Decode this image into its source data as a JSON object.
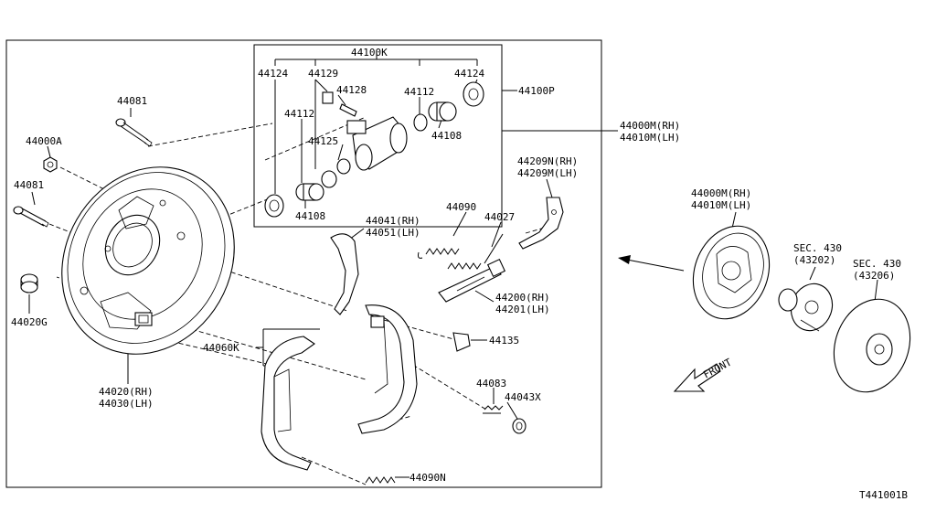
{
  "labels": {
    "wheel_cyl_kit": "44100K",
    "wheel_cyl_assy": "44100P",
    "boot_l": "44124",
    "boot_r": "44124",
    "piston_cup_top": "44129",
    "bleeder": "44128",
    "piston_l": "44112",
    "piston_r": "44112",
    "spring_cyl": "44125",
    "cup_r": "44108",
    "cup_l": "44108",
    "brake_assy_rh": "44000M(RH)",
    "brake_assy_lh": "44010M(LH)",
    "brake_assy2_rh": "44000M(RH)",
    "brake_assy2_lh": "44010M(LH)",
    "bolt_top": "44081",
    "nut": "44000A",
    "bolt_left": "44081",
    "plug": "44020G",
    "plate_rh": "44020(RH)",
    "plate_lh": "44030(LH)",
    "lever_rh": "44209N(RH)",
    "lever_lh": "44209M(LH)",
    "spring_upper": "44090",
    "adjuster_spring": "44027",
    "shoe_lever_rh": "44041(RH)",
    "shoe_lever_lh": "44051(LH)",
    "adjuster_rh": "44200(RH)",
    "adjuster_lh": "44201(LH)",
    "clip": "44135",
    "shoe_kit": "44060K",
    "pin": "44083",
    "retainer": "44043X",
    "spring_lower": "44090N",
    "sec_hub": "SEC. 430",
    "sec_hub_num": "(43202)",
    "sec_drum": "SEC. 430",
    "sec_drum_num": "(43206)",
    "front": "FRONT",
    "diagram_code": "T441001B"
  }
}
